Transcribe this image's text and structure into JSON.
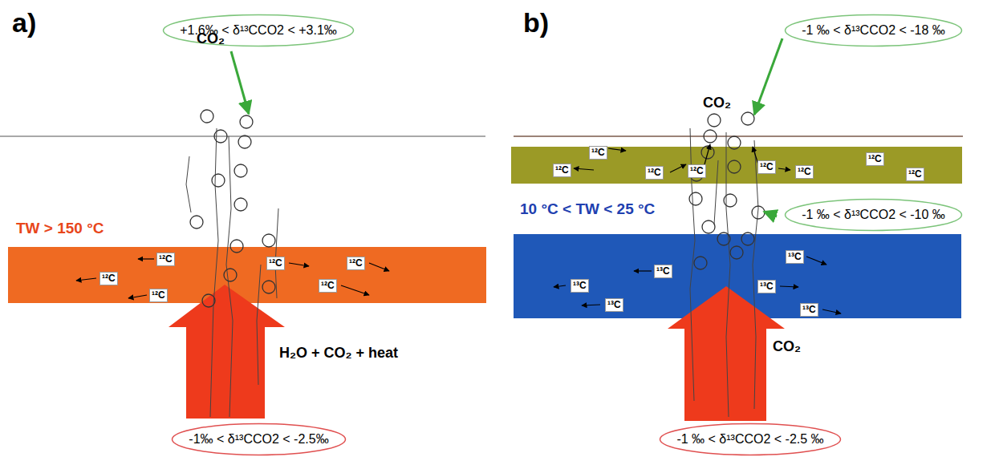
{
  "diagram": {
    "nodes": [
      {
        "text": [
          "+1.6‰ < δ¹³CCO2 < +3.1‰"
        ]
      },
      {
        "text": [
          "TW > 150 °C"
        ]
      },
      {
        "text": [
          "-1‰ < δ¹³CCO2 < -2.5‰"
        ]
      },
      {
        "text": [
          "-1 ‰ < δ¹³CCO2 < -18 ‰"
        ]
      },
      {
        "text": [
          "-1 ‰ < δ¹³CCO2 < -10 ‰"
        ]
      },
      {
        "text": [
          "10 °C < TW < 25 °C"
        ]
      },
      {
        "text": [
          "-1 ‰ < δ¹³CCO2 < -2.5 ‰"
        ]
      }
    ],
    "edges": [],
    "labels": [
      "a)",
      "b)",
      "CO₂",
      "¹²C",
      "¹²C",
      "¹²C",
      "¹²C",
      "¹²C",
      "¹²C",
      "H₂O + CO₂ + heat",
      "CO₂",
      "¹²C",
      "¹²C",
      "¹²C",
      "¹²C",
      "¹²C",
      "¹²C",
      "¹²C",
      "¹²C",
      "¹³C",
      "¹³C",
      "¹³C",
      "¹³C",
      "¹³C",
      "¹³C",
      "CO₂"
    ]
  }
}
